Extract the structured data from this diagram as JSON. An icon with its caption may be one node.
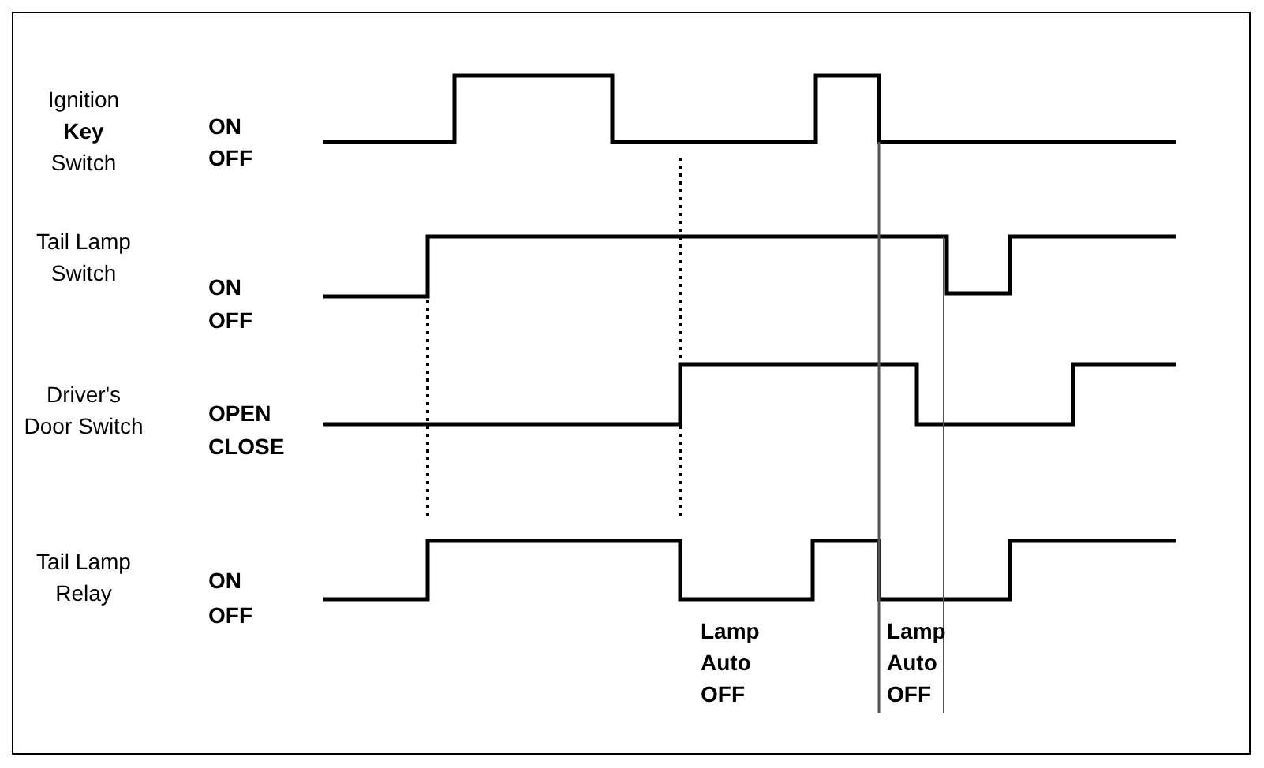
{
  "diagram": {
    "labels": [
      "Ignition **Key** Switch",
      "ON",
      "OFF",
      "Tail Lamp Switch",
      "ON",
      "OFF",
      "Driver's Door Switch",
      "OPEN",
      "CLOSE",
      "Tail Lamp Relay",
      "ON",
      "OFF",
      "Lamp Auto OFF",
      "Lamp Auto OFF"
    ]
  }
}
